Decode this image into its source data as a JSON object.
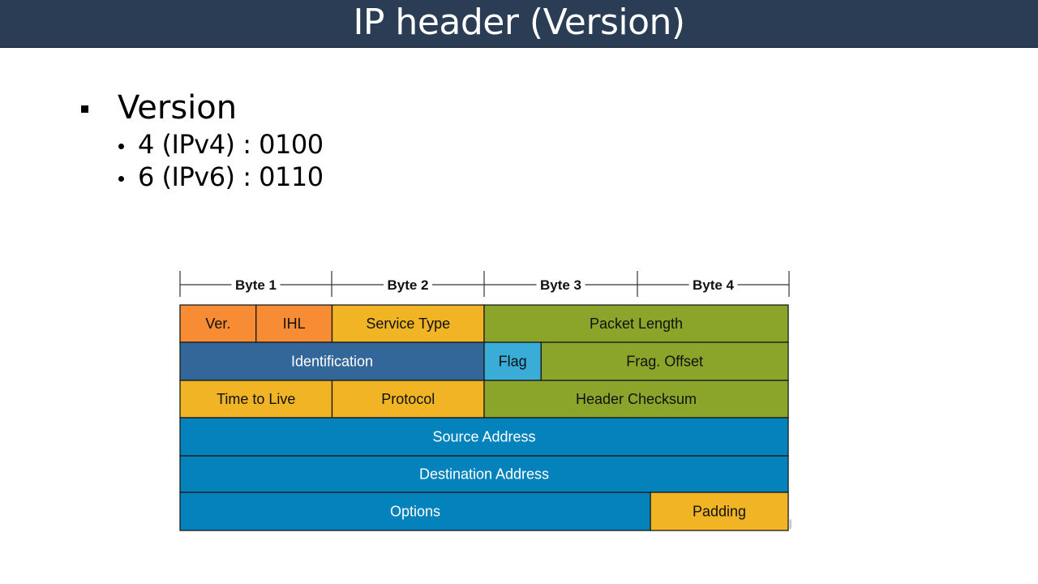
{
  "slide": {
    "title": "IP header (Version)",
    "bullet": {
      "heading": "Version",
      "items": [
        "4 (IPv4) : 0100",
        "6 (IPv6) : 0110"
      ]
    }
  },
  "diagram": {
    "byte_labels": [
      "Byte 1",
      "Byte 2",
      "Byte 3",
      "Byte 4"
    ],
    "total_bits": 32,
    "colors": {
      "orange": "#f78c34",
      "yellow": "#f0b424",
      "green": "#8ba42a",
      "dark_blue": "#336699",
      "light_blue": "#3aacd8",
      "blue": "#0482bc",
      "border": "#1a1a1a"
    },
    "rows": [
      [
        {
          "label": "Ver.",
          "bits": 4,
          "color": "orange",
          "text_color": "#111111"
        },
        {
          "label": "IHL",
          "bits": 4,
          "color": "orange",
          "text_color": "#111111"
        },
        {
          "label": "Service Type",
          "bits": 8,
          "color": "yellow",
          "text_color": "#111111"
        },
        {
          "label": "Packet Length",
          "bits": 16,
          "color": "green",
          "text_color": "#111111"
        }
      ],
      [
        {
          "label": "Identification",
          "bits": 16,
          "color": "dark_blue",
          "text_color": "#ffffff"
        },
        {
          "label": "Flag",
          "bits": 3,
          "color": "light_blue",
          "text_color": "#111111"
        },
        {
          "label": "Frag. Offset",
          "bits": 13,
          "color": "green",
          "text_color": "#111111"
        }
      ],
      [
        {
          "label": "Time to Live",
          "bits": 8,
          "color": "yellow",
          "text_color": "#111111"
        },
        {
          "label": "Protocol",
          "bits": 8,
          "color": "yellow",
          "text_color": "#111111"
        },
        {
          "label": "Header Checksum",
          "bits": 16,
          "color": "green",
          "text_color": "#111111"
        }
      ],
      [
        {
          "label": "Source Address",
          "bits": 32,
          "color": "blue",
          "text_color": "#ffffff"
        }
      ],
      [
        {
          "label": "Destination Address",
          "bits": 32,
          "color": "blue",
          "text_color": "#ffffff"
        }
      ],
      [
        {
          "label": "Options",
          "bits": 24.75,
          "color": "blue",
          "text_color": "#ffffff"
        },
        {
          "label": "Padding",
          "bits": 7.25,
          "color": "yellow",
          "text_color": "#111111"
        }
      ]
    ]
  }
}
